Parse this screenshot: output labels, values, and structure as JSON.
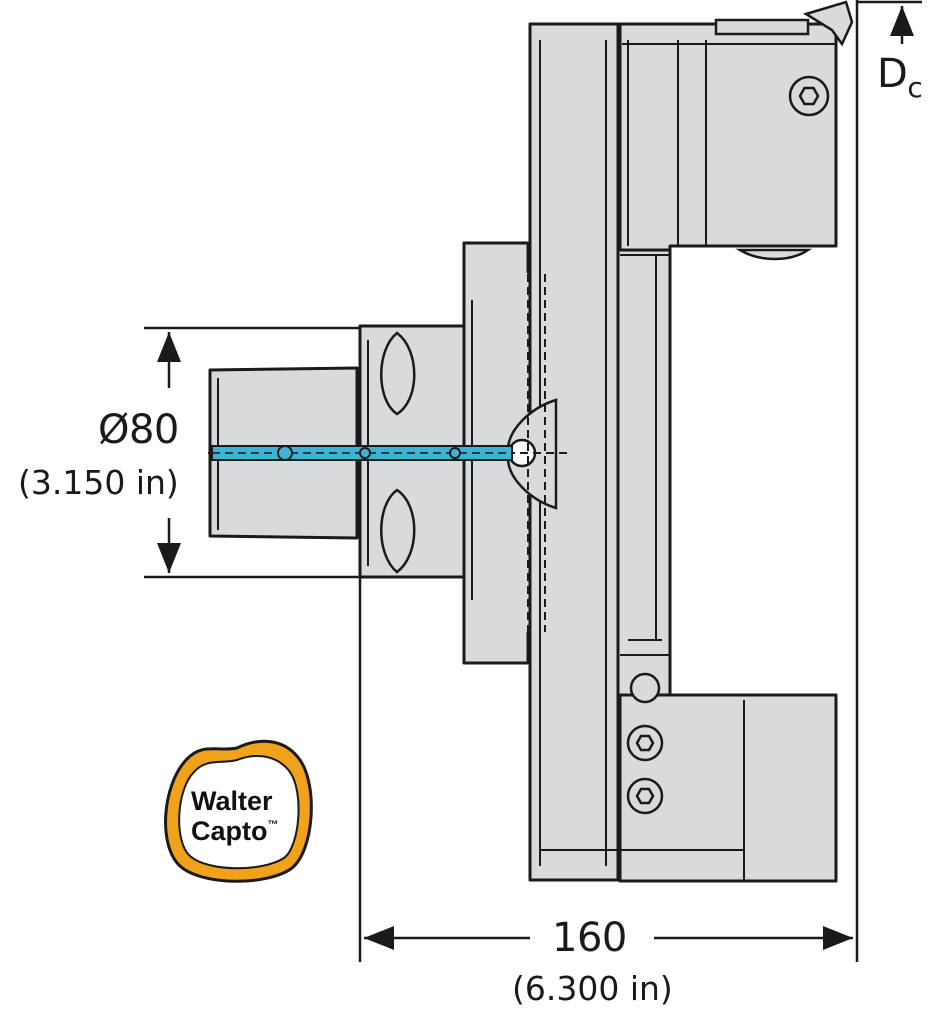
{
  "dimensions": {
    "diameter": {
      "value": "Ø80",
      "imperial": "(3.150 in)"
    },
    "length": {
      "value": "160",
      "imperial": "(6.300 in)"
    },
    "cutting_diameter": {
      "symbol": "D",
      "subscript": "c"
    }
  },
  "logo": {
    "line1": "Walter",
    "line2": "Capto",
    "mark": "™"
  },
  "colors": {
    "body_fill": "#d9dadb",
    "outline": "#1a1a1a",
    "coolant": "#3fb3d6",
    "logo_orange": "#f0a21b"
  }
}
